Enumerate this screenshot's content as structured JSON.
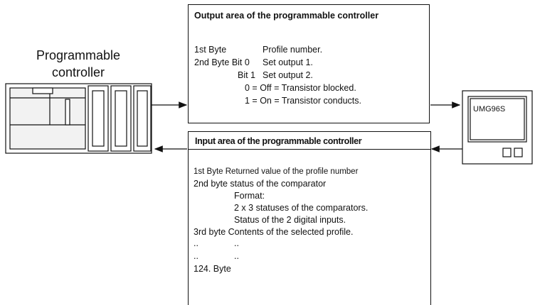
{
  "plc": {
    "label_line1": "Programmable",
    "label_line2": "controller"
  },
  "output_area": {
    "title": "Output area of the programmable controller",
    "lines": [
      "1st Byte",
      "Profile number.",
      "2nd Byte Bit 0",
      "Set output 1.",
      "Bit 1",
      "Set output 2.",
      "0 = Off = Transistor blocked.",
      "1 = On = Transistor conducts."
    ]
  },
  "input_area": {
    "title": "Input area of the programmable controller",
    "lines": [
      "1st Byte Returned value of the profile number",
      "2nd byte status of the comparator",
      "Format:",
      "2 x 3 statuses of the comparators.",
      "Status of the 2 digital inputs.",
      "3rd byte Contents of the selected profile.",
      "..",
      "..",
      "..",
      "..",
      "124. Byte"
    ]
  },
  "device": {
    "label": "UMG96S"
  }
}
